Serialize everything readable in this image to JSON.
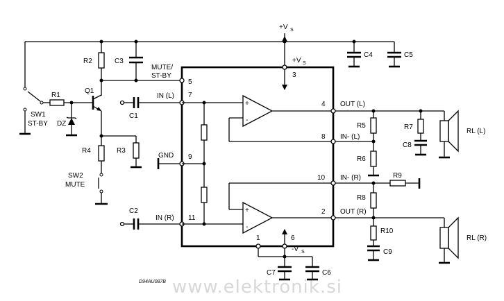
{
  "labels": {
    "vs_top": "+V",
    "vs_top_sub": "S",
    "vs_pin": "+V",
    "vs_pin_sub": "S",
    "vs_neg": "-V",
    "vs_neg_sub": "S",
    "mute_stby": "MUTE/",
    "mute_stby2": "ST-BY",
    "in_l": "IN (L)",
    "in_r": "IN (R)",
    "gnd": "GND",
    "out_l": "OUT (L)",
    "in_minus_l": "IN- (L)",
    "in_minus_r": "IN- (R)",
    "out_r": "OUT (R)",
    "rl_l": "RL (L)",
    "rl_r": "RL (R)",
    "sw1": "SW1",
    "st_by": "ST-BY",
    "sw2": "SW2",
    "mute": "MUTE",
    "dz": "DZ",
    "q1": "Q1",
    "drawing_code": "D94AU087B",
    "watermark": "www.elektronik.si"
  },
  "components": {
    "r1": "R1",
    "r2": "R2",
    "r3": "R3",
    "r4": "R4",
    "r5": "R5",
    "r6": "R6",
    "r7": "R7",
    "r8": "R8",
    "r9": "R9",
    "r10": "R10",
    "c1": "C1",
    "c2": "C2",
    "c3": "C3",
    "c4": "C4",
    "c5": "C5",
    "c6": "C6",
    "c7": "C7",
    "c8": "C8",
    "c9": "C9"
  },
  "pins": {
    "p1": "1",
    "p2": "2",
    "p3": "3",
    "p4": "4",
    "p5": "5",
    "p6": "6",
    "p7": "7",
    "p8": "8",
    "p9": "9",
    "p10": "10",
    "p11": "11"
  },
  "opamp": {
    "plus": "+",
    "minus": "-"
  }
}
